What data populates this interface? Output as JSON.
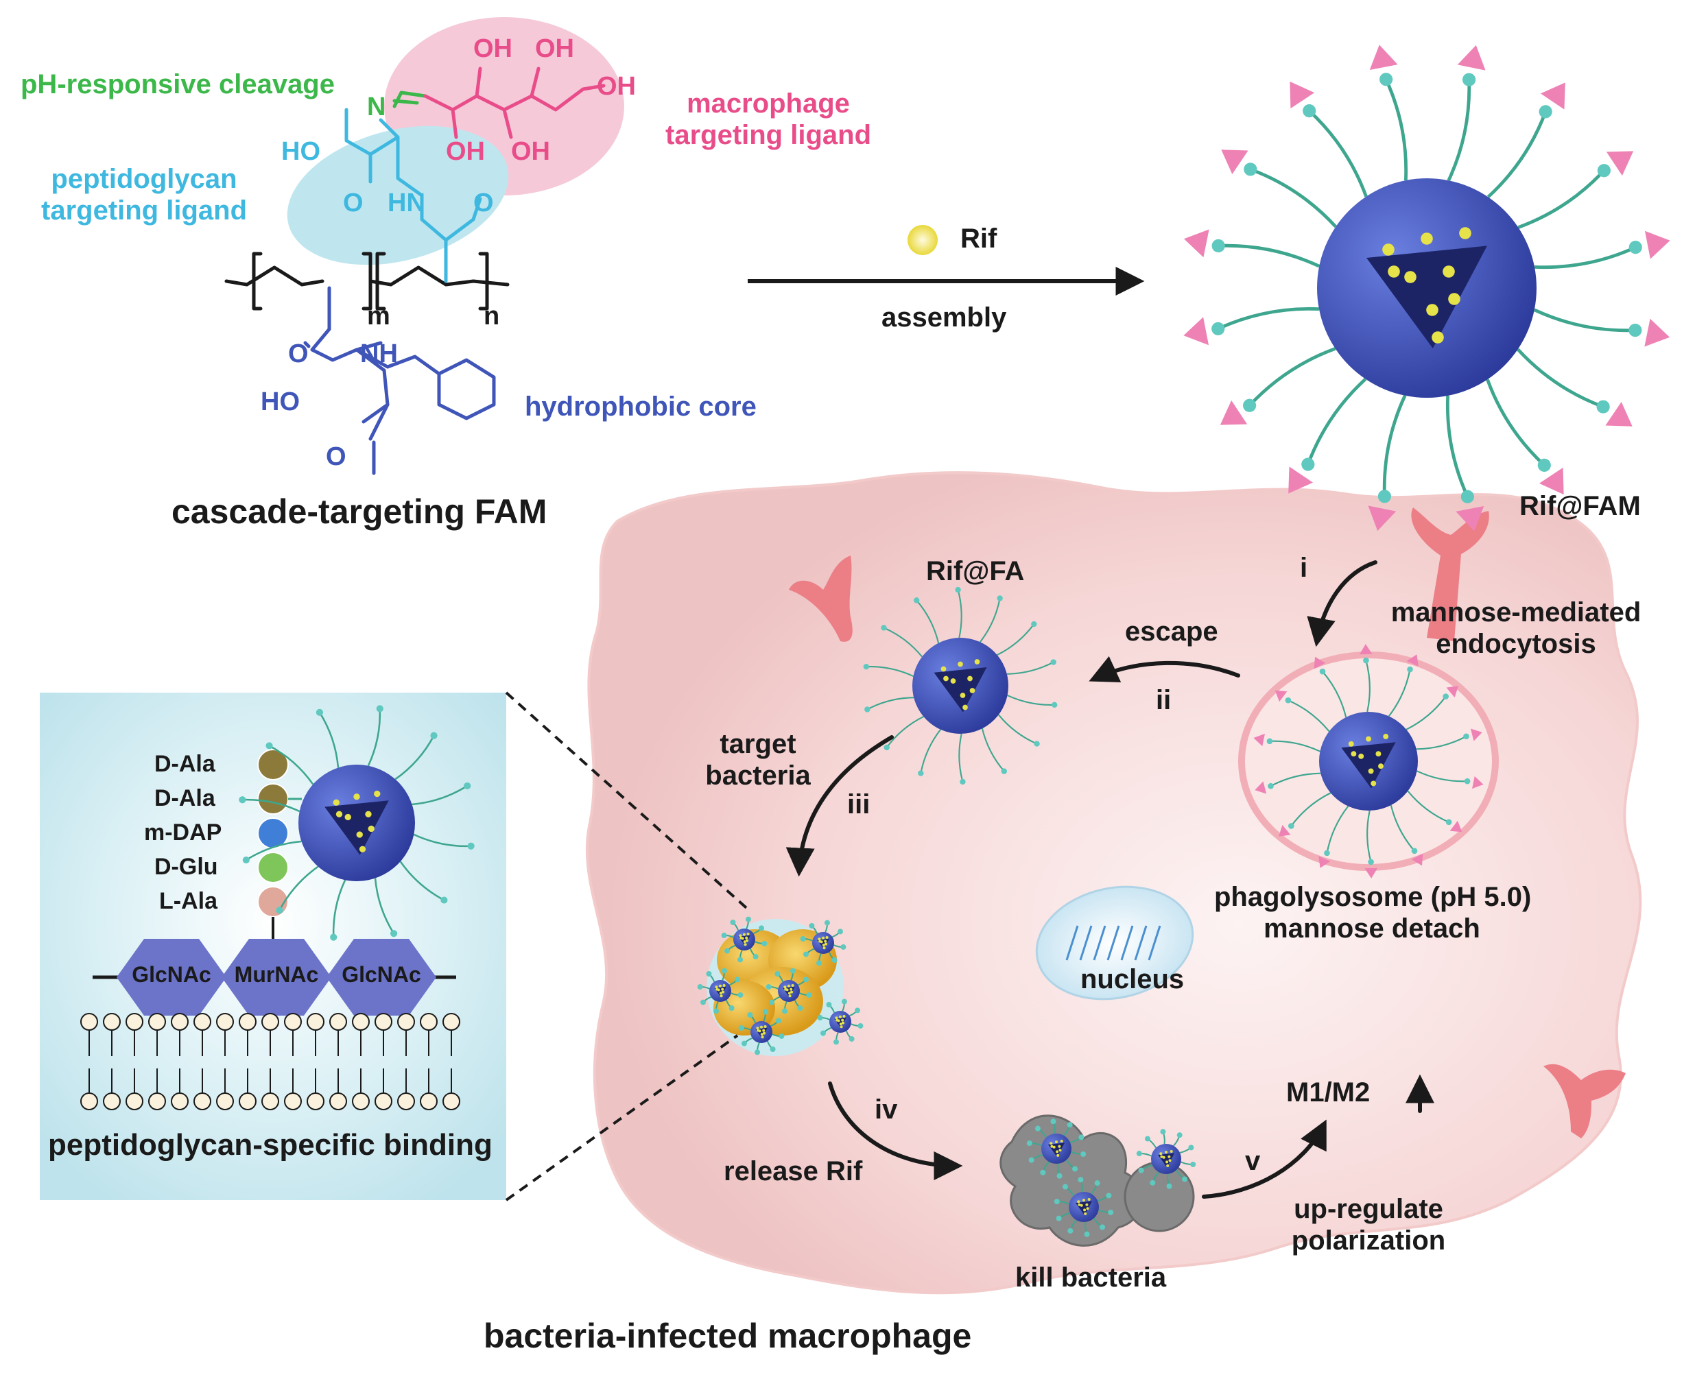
{
  "colors": {
    "green": "#3cb84a",
    "pink": "#e84d8a",
    "cyan": "#3fb8e0",
    "blue": "#3f55b8",
    "black": "#1a1a1a",
    "cell_fill": "#f8dede",
    "panel_fill": "#cdeaf0",
    "hexagon": "#6b74c9",
    "pink_ellipse": "#f6c9d8",
    "cyan_ellipse": "#bfe6ef"
  },
  "structure": {
    "ph_cleavage": "pH-responsive cleavage",
    "macrophage_ligand": [
      "macrophage",
      "targeting ligand"
    ],
    "peptidoglycan_ligand": [
      "peptidoglycan",
      "targeting  ligand"
    ],
    "hydrophobic_core": "hydrophobic core",
    "caption": "cascade-targeting FAM",
    "atoms": {
      "OH": "OH",
      "N": "N",
      "HO": "HO",
      "O": "O",
      "HN": "HN",
      "NH": "NH",
      "m": "m",
      "n": "n"
    }
  },
  "assembly": {
    "drug": "Rif",
    "step": "assembly"
  },
  "nanoparticle": {
    "label": "Rif@FAM"
  },
  "cell": {
    "caption": "bacteria-infected macrophage",
    "rif_fa": "Rif@FA",
    "nucleus": "nucleus",
    "phagolysosome": [
      "phagolysosome (pH  5.0)",
      "mannose detach"
    ],
    "kill_bacteria": "kill bacteria",
    "m1m2": "M1/M2",
    "up_arrow": "↑",
    "steps": {
      "i": "i",
      "i_text": [
        "mannose-mediated",
        "endocytosis"
      ],
      "ii": "ii",
      "ii_text": "escape",
      "iii": "iii",
      "iii_text": [
        "target",
        "bacteria"
      ],
      "iv": "iv",
      "iv_text": "release Rif",
      "v": "v",
      "v_text": [
        "up-regulate",
        "polarization"
      ]
    }
  },
  "inset": {
    "residues": [
      "D-Ala",
      "D-Ala",
      "m-DAP",
      "D-Glu",
      "L-Ala"
    ],
    "residue_colors": [
      "#8c7a3a",
      "#8c7a3a",
      "#3f7fd8",
      "#7fc65a",
      "#e0a89a"
    ],
    "sugars": [
      "GlcNAc",
      "MurNAc",
      "GlcNAc"
    ],
    "caption": "peptidoglycan-specific binding"
  }
}
